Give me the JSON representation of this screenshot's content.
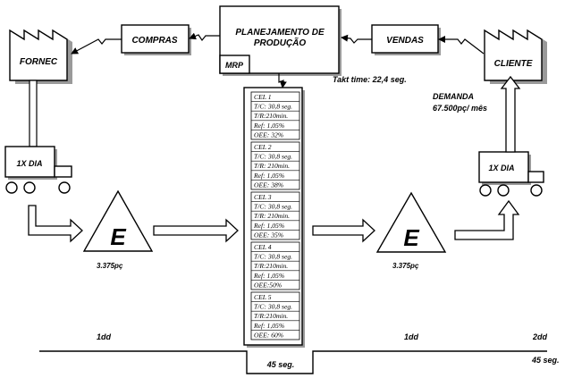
{
  "planning": {
    "title_line1": "PLANEJAMENTO DE",
    "title_line2": "PRODUÇÃO",
    "mrp": "MRP"
  },
  "compras": "COMPRAS",
  "vendas": "VENDAS",
  "supplier": "FORNEC",
  "customer": "CLIENTE",
  "takt_time": "Takt time: 22,4 seg.",
  "demand": {
    "label": "DEMANDA",
    "value": "67.500pç/ mês"
  },
  "supplier_truck": "1X DIA",
  "customer_truck": "1X DIA",
  "inventory": [
    {
      "symbol": "E",
      "qty": "3.375pç"
    },
    {
      "symbol": "E",
      "qty": "3.375pç"
    }
  ],
  "cells": [
    {
      "name": "CEL 1",
      "tc": "T/C: 30,8 seg.",
      "tr": "T/R:210min.",
      "ref": "Ref: 1,05%",
      "oee": "OEE: 32%"
    },
    {
      "name": "CEL 2",
      "tc": "T/C: 30,8 seg.",
      "tr": "T/R: 210min.",
      "ref": "Ref: 1,05%",
      "oee": "OEE: 38%"
    },
    {
      "name": "CEL 3",
      "tc": "T/C: 30,8 seg.",
      "tr": "T/R: 210min.",
      "ref": "Ref: 1,05%",
      "oee": "OEE: 35%"
    },
    {
      "name": "CEL 4",
      "tc": "T/C: 30,8 seg.",
      "tr": "T/R:210min.",
      "ref": "Ref: 1,05%",
      "oee": "OEE:50%"
    },
    {
      "name": "CEL 5",
      "tc": "T/C: 30,8 seg.",
      "tr": "T/R:210min.",
      "ref": "Ref: 1,05%",
      "oee": "OEE: 60%"
    }
  ],
  "timeline": {
    "lead_1": "1dd",
    "lead_2": "1dd",
    "lead_3": "2dd",
    "process_time": "45 seg.",
    "total_process": "45 seg."
  }
}
